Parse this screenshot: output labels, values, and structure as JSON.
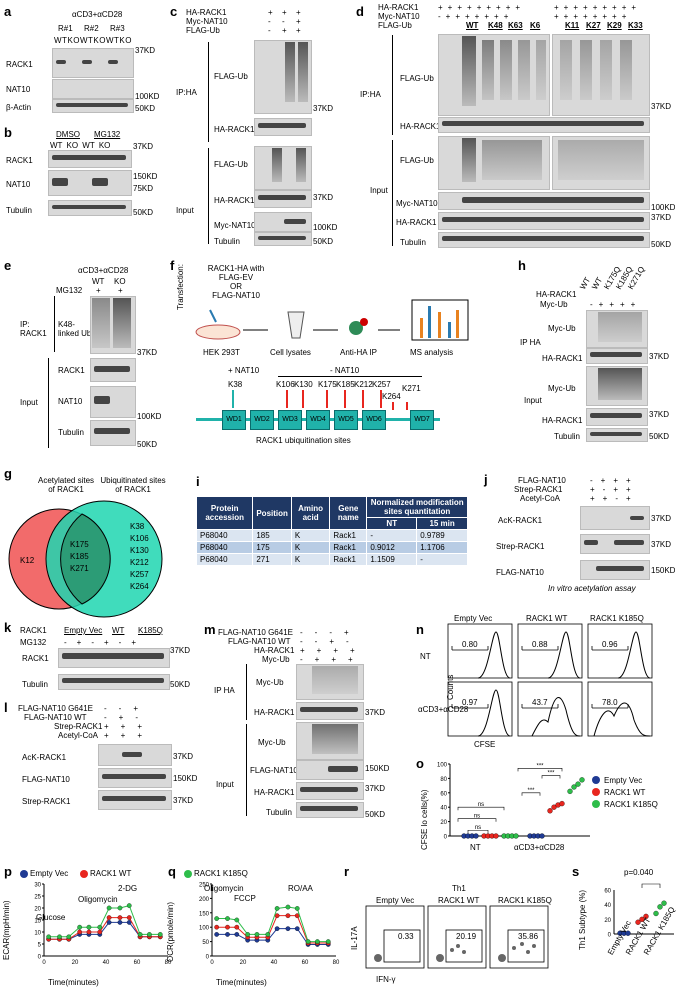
{
  "panel_letters": [
    "a",
    "b",
    "c",
    "d",
    "e",
    "f",
    "g",
    "h",
    "i",
    "j",
    "k",
    "l",
    "m",
    "n",
    "o",
    "p",
    "q",
    "r",
    "s"
  ],
  "a": {
    "header": "αCD3+αCD28",
    "reps": [
      "R#1",
      "R#2",
      "R#3"
    ],
    "lanes": "WTKOWTKOWTKO",
    "rows": [
      "RACK1",
      "NAT10",
      "β-Actin"
    ],
    "mw": [
      "37KD",
      "100KD",
      "50KD"
    ]
  },
  "b": {
    "groups": [
      "DMSO",
      "MG132"
    ],
    "lanes": "WT KO WT KO",
    "rows": [
      "RACK1",
      "NAT10",
      "Tubulin"
    ],
    "mw": [
      "37KD",
      "150KD",
      "75KD",
      "50KD"
    ]
  },
  "c": {
    "cond": [
      "HA-RACK1",
      "Myc-NAT10",
      "FLAG-Ub"
    ],
    "signs": [
      [
        "+",
        "+",
        "+"
      ],
      [
        "-",
        "-",
        "+"
      ],
      [
        "-",
        "+",
        "+"
      ]
    ],
    "ip": "IP:HA",
    "input": "Input",
    "rows": [
      "FLAG-Ub",
      "HA-RACK1",
      "FLAG-Ub",
      "HA-RACK1",
      "Myc-NAT10",
      "Tubulin"
    ],
    "mw": [
      "37KD",
      "37KD",
      "100KD",
      "50KD"
    ]
  },
  "d": {
    "cond": [
      "HA-RACK1",
      "Myc-NAT10",
      "FLAG-Ub"
    ],
    "lanes": [
      "WT",
      "K48",
      "K63",
      "K6",
      "K11",
      "K27",
      "K29",
      "K33"
    ],
    "ip": "IP:HA",
    "input": "Input",
    "rows": [
      "FLAG-Ub",
      "HA-RACK1",
      "FLAG-Ub",
      "Myc-NAT10",
      "HA-RACK1",
      "Tubulin"
    ],
    "mw": [
      "37KD",
      "100KD",
      "37KD",
      "50KD"
    ]
  },
  "e": {
    "header": "αCD3+αCD28",
    "lanes": [
      "WT",
      "KO"
    ],
    "mg": "MG132",
    "ip": "IP: RACK1",
    "ipRow": "K48-linked Ub",
    "input": "Input",
    "rows": [
      "RACK1",
      "NAT10",
      "Tubulin"
    ],
    "mw": [
      "37KD",
      "100KD",
      "50KD"
    ]
  },
  "f": {
    "transfection": "Transfection:",
    "construct": [
      "RACK1-HA with",
      "FLAG-EV",
      "OR",
      "FLAG-NAT10"
    ],
    "steps": [
      "HEK 293T",
      "Cell lysates",
      "Anti-HA IP",
      "MS analysis"
    ],
    "plusNat": "+ NAT10",
    "minusNat": "- NAT10",
    "sites": [
      "K38",
      "K106",
      "K130",
      "K175",
      "K185",
      "K212",
      "K257",
      "K264",
      "K271"
    ],
    "domains": [
      "WD1",
      "WD2",
      "WD3",
      "WD4",
      "WD5",
      "WD6",
      "WD7"
    ],
    "caption": "RACK1 ubiquitination sites"
  },
  "g": {
    "left": "Acetylated sites of RACK1",
    "right": "Ubiquitinated sites of RACK1",
    "leftOnly": "K12",
    "both": [
      "K175",
      "K185",
      "K271"
    ],
    "rightOnly": [
      "K38",
      "K106",
      "K130",
      "K212",
      "K257",
      "K264"
    ],
    "colors": {
      "left": "#f26b6b",
      "right": "#1fd6b0"
    }
  },
  "h": {
    "cond": [
      "HA-RACK1",
      "Myc-Ub"
    ],
    "lanes": [
      "WT",
      "WT",
      "K175Q",
      "K185Q",
      "K271Q"
    ],
    "ip": "IP HA",
    "input": "Input",
    "rows": [
      "Myc-Ub",
      "HA-RACK1",
      "Myc-Ub",
      "HA-RACK1",
      "Tubulin"
    ],
    "mw": [
      "37KD",
      "37KD",
      "50KD"
    ]
  },
  "i": {
    "headers": [
      "Protein accession",
      "Position",
      "Amino acid",
      "Gene name",
      "Normalized modification sites quantitation"
    ],
    "sub": [
      "NT",
      "15 min"
    ],
    "rows": [
      [
        "P68040",
        "185",
        "K",
        "Rack1",
        "-",
        "0.9789"
      ],
      [
        "P68040",
        "175",
        "K",
        "Rack1",
        "0.9012",
        "1.1706"
      ],
      [
        "P68040",
        "271",
        "K",
        "Rack1",
        "1.1509",
        "-"
      ]
    ]
  },
  "j": {
    "cond": [
      "FLAG-NAT10",
      "Strep-RACK1",
      "Acetyl-CoA"
    ],
    "rows": [
      "AcK-RACK1",
      "Strep-RACK1",
      "FLAG-NAT10"
    ],
    "mw": [
      "37KD",
      "37KD",
      "150KD"
    ],
    "caption": "In vitro acetylation assay"
  },
  "k": {
    "rack": "RACK1",
    "groups": [
      "Empty Vec",
      "WT",
      "K185Q"
    ],
    "mg": "MG132",
    "rows": [
      "RACK1",
      "Tubulin"
    ],
    "mw": [
      "37KD",
      "50KD"
    ]
  },
  "l": {
    "cond": [
      "FLAG-NAT10 G641E",
      "FLAG-NAT10 WT",
      "Strep-RACK1",
      "Acetyl-CoA"
    ],
    "rows": [
      "AcK-RACK1",
      "FLAG-NAT10",
      "Strep-RACK1"
    ],
    "mw": [
      "37KD",
      "150KD",
      "37KD"
    ]
  },
  "m": {
    "cond": [
      "FLAG-NAT10 G641E",
      "FLAG-NAT10 WT",
      "HA-RACK1",
      "Myc-Ub"
    ],
    "ip": "IP HA",
    "input": "Input",
    "rows": [
      "Myc-Ub",
      "HA-RACK1",
      "Myc-Ub",
      "FLAG-NAT10",
      "HA-RACK1",
      "Tubulin"
    ],
    "mw": [
      "37KD",
      "150KD",
      "37KD",
      "50KD"
    ]
  },
  "n": {
    "cols": [
      "Empty Vec",
      "RACK1 WT",
      "RACK1 K185Q"
    ],
    "rowsL": [
      "NT",
      "αCD3+αCD28"
    ],
    "vals": [
      [
        "0.80",
        "0.88",
        "0.96"
      ],
      [
        "0.97",
        "43.7",
        "78.0"
      ]
    ],
    "ylabel": "Counts",
    "xlabel": "CFSE"
  },
  "o": {
    "ylabel": "CFSE lo cells(%)",
    "groups": [
      "NT",
      "αCD3+αCD28"
    ],
    "legend": [
      "Empty Vec",
      "RACK1 WT",
      "RACK1 K185Q"
    ],
    "sig": [
      "ns",
      "ns",
      "ns",
      "***",
      "***",
      "***"
    ],
    "ticks": [
      "0",
      "20",
      "40",
      "60",
      "80",
      "100"
    ]
  },
  "p": {
    "ylabel": "ECAR(mpH/min)",
    "xlabel": "Time(minutes)",
    "ann": [
      "Glucose",
      "Oligomycin",
      "2-DG"
    ],
    "legend": [
      "Empty Vec",
      "RACK1 WT"
    ],
    "yt": [
      "0",
      "5",
      "10",
      "15",
      "20",
      "25",
      "30"
    ],
    "xt": [
      "0",
      "20",
      "40",
      "60",
      "80"
    ]
  },
  "q": {
    "ylabel": "OCR(pmole/min)",
    "xlabel": "Time(minutes)",
    "ann": [
      "Oligomycin",
      "FCCP",
      "RO/AA"
    ],
    "legend": [
      "RACK1 K185Q"
    ],
    "yt": [
      "0",
      "50",
      "100",
      "150",
      "200",
      "250"
    ],
    "xt": [
      "0",
      "20",
      "40",
      "60",
      "80"
    ]
  },
  "r": {
    "title": "Th1",
    "cols": [
      "Empty Vec",
      "RACK1 WT",
      "RACK1 K185Q"
    ],
    "vals": [
      "0.33",
      "20.19",
      "35.86"
    ],
    "ylabel": "IL-17A",
    "xlabel": "IFN-γ"
  },
  "s": {
    "ylabel": "Th1 Subtype (%)",
    "p": "p=0.040",
    "x": [
      "Empty Vec",
      "RACK1 WT",
      "RACK1 K185Q"
    ],
    "yt": [
      "0",
      "20",
      "40",
      "60"
    ]
  },
  "colors": {
    "empty": "#1f3a93",
    "wt": "#e8261f",
    "k185q": "#2ebd4a",
    "teal": "#20b2aa",
    "navy": "#1f3864"
  },
  "chart_data": [
    {
      "type": "scatter",
      "panel": "o",
      "ylabel": "CFSE lo cells(%)",
      "ylim": [
        0,
        100
      ],
      "categories": [
        "NT",
        "αCD3+αCD28"
      ],
      "series": [
        {
          "name": "Empty Vec",
          "values": [
            [
              0,
              0,
              0,
              0
            ],
            [
              0,
              0,
              0,
              0
            ]
          ]
        },
        {
          "name": "RACK1 WT",
          "values": [
            [
              0,
              0,
              0,
              0
            ],
            [
              35,
              40,
              43,
              45
            ]
          ]
        },
        {
          "name": "RACK1 K185Q",
          "values": [
            [
              0,
              0,
              0,
              0
            ],
            [
              62,
              68,
              72,
              78
            ]
          ]
        }
      ]
    },
    {
      "type": "line",
      "panel": "p",
      "ylabel": "ECAR(mpH/min)",
      "xlabel": "Time(minutes)",
      "ylim": [
        0,
        30
      ],
      "x": [
        3,
        10,
        16,
        23,
        29,
        36,
        42,
        49,
        55,
        62,
        68,
        75
      ],
      "series": [
        {
          "name": "Empty Vec",
          "values": [
            7,
            7,
            7,
            9,
            9,
            9,
            14,
            14,
            14,
            8,
            8,
            8
          ]
        },
        {
          "name": "RACK1 WT",
          "values": [
            7,
            7,
            7,
            10,
            10,
            10,
            16,
            16,
            16,
            8,
            8,
            8
          ]
        },
        {
          "name": "RACK1 K185Q",
          "values": [
            8,
            8,
            8,
            12,
            12,
            12,
            20,
            20,
            21,
            9,
            9,
            9
          ]
        }
      ]
    },
    {
      "type": "line",
      "panel": "q",
      "ylabel": "OCR(pmole/min)",
      "xlabel": "Time(minutes)",
      "ylim": [
        0,
        250
      ],
      "x": [
        3,
        10,
        16,
        23,
        29,
        36,
        42,
        49,
        55,
        62,
        68,
        75
      ],
      "series": [
        {
          "name": "Empty Vec",
          "values": [
            75,
            75,
            75,
            55,
            55,
            55,
            95,
            95,
            95,
            40,
            40,
            40
          ]
        },
        {
          "name": "RACK1 WT",
          "values": [
            100,
            100,
            100,
            65,
            65,
            65,
            140,
            140,
            140,
            45,
            45,
            45
          ]
        },
        {
          "name": "RACK1 K185Q",
          "values": [
            130,
            130,
            125,
            75,
            75,
            75,
            165,
            170,
            165,
            50,
            50,
            50
          ]
        }
      ]
    },
    {
      "type": "scatter",
      "panel": "s",
      "ylabel": "Th1 Subtype (%)",
      "ylim": [
        0,
        60
      ],
      "categories": [
        "Empty Vec",
        "RACK1 WT",
        "RACK1 K185Q"
      ],
      "values": [
        [
          1,
          1,
          1
        ],
        [
          16,
          20,
          24
        ],
        [
          28,
          37,
          42
        ]
      ]
    }
  ]
}
